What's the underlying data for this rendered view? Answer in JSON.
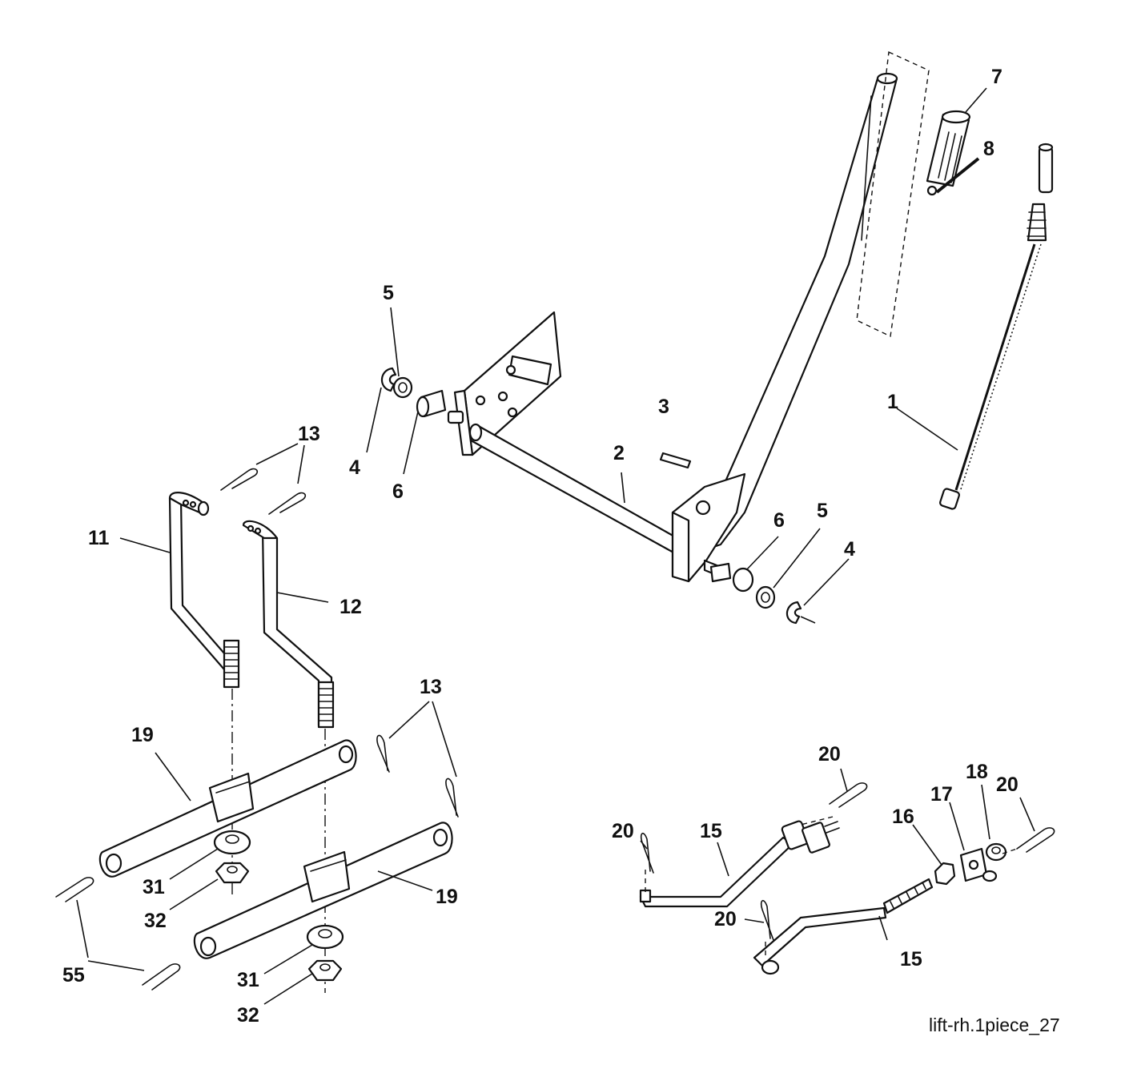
{
  "diagram": {
    "reference": "lift-rh.1piece_27",
    "callouts": [
      "1",
      "2",
      "3",
      "4",
      "5",
      "6",
      "4",
      "5",
      "6",
      "7",
      "8",
      "11",
      "12",
      "13",
      "13",
      "15",
      "15",
      "16",
      "17",
      "18",
      "19",
      "19",
      "20",
      "20",
      "20",
      "20",
      "31",
      "32",
      "31",
      "32",
      "55"
    ]
  }
}
